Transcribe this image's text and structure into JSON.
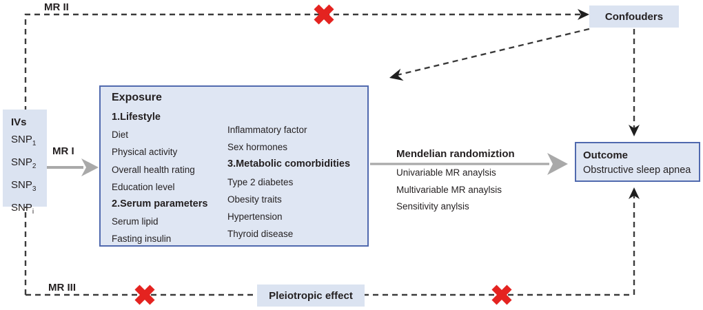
{
  "diagram": {
    "labels": {
      "mr2": "MR II",
      "mr1": "MR I",
      "mr3": "MR III"
    },
    "iv_box": {
      "title": "IVs",
      "snps": [
        {
          "base": "SNP",
          "sub": "1"
        },
        {
          "base": "SNP",
          "sub": "2"
        },
        {
          "base": "SNP",
          "sub": "3"
        },
        {
          "base": "SNP",
          "sub": "i"
        }
      ]
    },
    "exposure_box": {
      "title": "Exposure",
      "col1": [
        {
          "text": "1.Lifestyle",
          "bold": true
        },
        {
          "text": "Diet",
          "bold": false
        },
        {
          "text": "Physical activity",
          "bold": false
        },
        {
          "text": "Overall health rating",
          "bold": false
        },
        {
          "text": "Education level",
          "bold": false
        },
        {
          "text": "2.Serum parameters",
          "bold": true
        },
        {
          "text": "Serum lipid",
          "bold": false
        },
        {
          "text": "Fasting insulin",
          "bold": false
        }
      ],
      "col2": [
        {
          "text": "Inflammatory factor",
          "bold": false
        },
        {
          "text": "Sex hormones",
          "bold": false
        },
        {
          "text": "3.Metabolic comorbidities",
          "bold": true
        },
        {
          "text": "Type 2 diabetes",
          "bold": false
        },
        {
          "text": "Obesity traits",
          "bold": false
        },
        {
          "text": "Hypertension",
          "bold": false
        },
        {
          "text": "Thyroid disease",
          "bold": false
        }
      ]
    },
    "mr_analysis": {
      "title": "Mendelian randomiztion",
      "items": [
        "Univariable MR anaylsis",
        "Multivariable MR anaylsis",
        "Sensitivity anylsis"
      ]
    },
    "outcome_box": {
      "title": "Outcome",
      "subtitle": "Obstructive sleep apnea"
    },
    "confounders_box": {
      "label": "Confouders"
    },
    "pleiotropy_box": {
      "label": "Pleiotropic effect"
    },
    "colors": {
      "box_fill": "#dfe6f3",
      "box_border": "#5069ae",
      "soft_fill": "#dbe3f1",
      "dash_line": "#3b3b3b",
      "gray_arrow": "#a9a9a9",
      "red_x": "#e42320",
      "text": "#231f20"
    }
  }
}
